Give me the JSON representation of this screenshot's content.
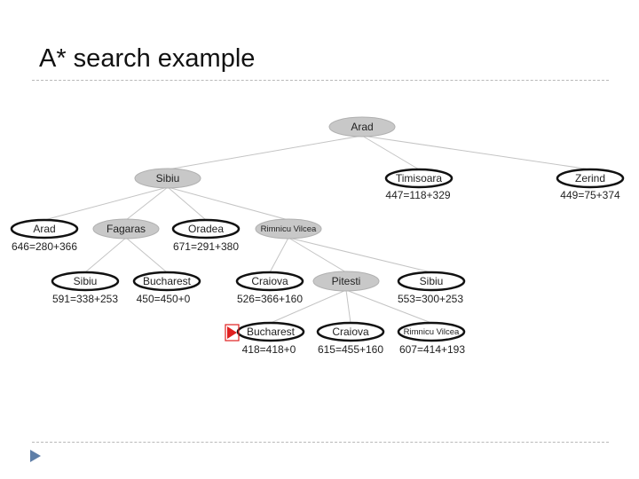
{
  "title": "A* search example",
  "nodes": {
    "arad_root": {
      "label": "Arad"
    },
    "sibiu": {
      "label": "Sibiu"
    },
    "timisoara": {
      "label": "Timisoara",
      "cost": "447=118+329"
    },
    "zerind": {
      "label": "Zerind",
      "cost": "449=75+374"
    },
    "arad2": {
      "label": "Arad",
      "cost": "646=280+366"
    },
    "fagaras": {
      "label": "Fagaras"
    },
    "oradea": {
      "label": "Oradea",
      "cost": "671=291+380"
    },
    "rimnicu": {
      "label": "Rimnicu Vilcea"
    },
    "sibiu_f": {
      "label": "Sibiu",
      "cost": "591=338+253"
    },
    "bucharest_f": {
      "label": "Bucharest",
      "cost": "450=450+0"
    },
    "craiova_r": {
      "label": "Craiova",
      "cost": "526=366+160"
    },
    "pitesti": {
      "label": "Pitesti"
    },
    "sibiu_r": {
      "label": "Sibiu",
      "cost": "553=300+253"
    },
    "bucharest_p": {
      "label": "Bucharest",
      "cost": "418=418+0"
    },
    "craiova_p": {
      "label": "Craiova",
      "cost": "615=455+160"
    },
    "rimnicu_p": {
      "label": "Rimnicu Vilcea",
      "cost": "607=414+193"
    }
  },
  "colors": {
    "expanded_fill": "#c8c8c8",
    "frontier_fill": "#ffffff",
    "goal_marker": "#e02020"
  }
}
